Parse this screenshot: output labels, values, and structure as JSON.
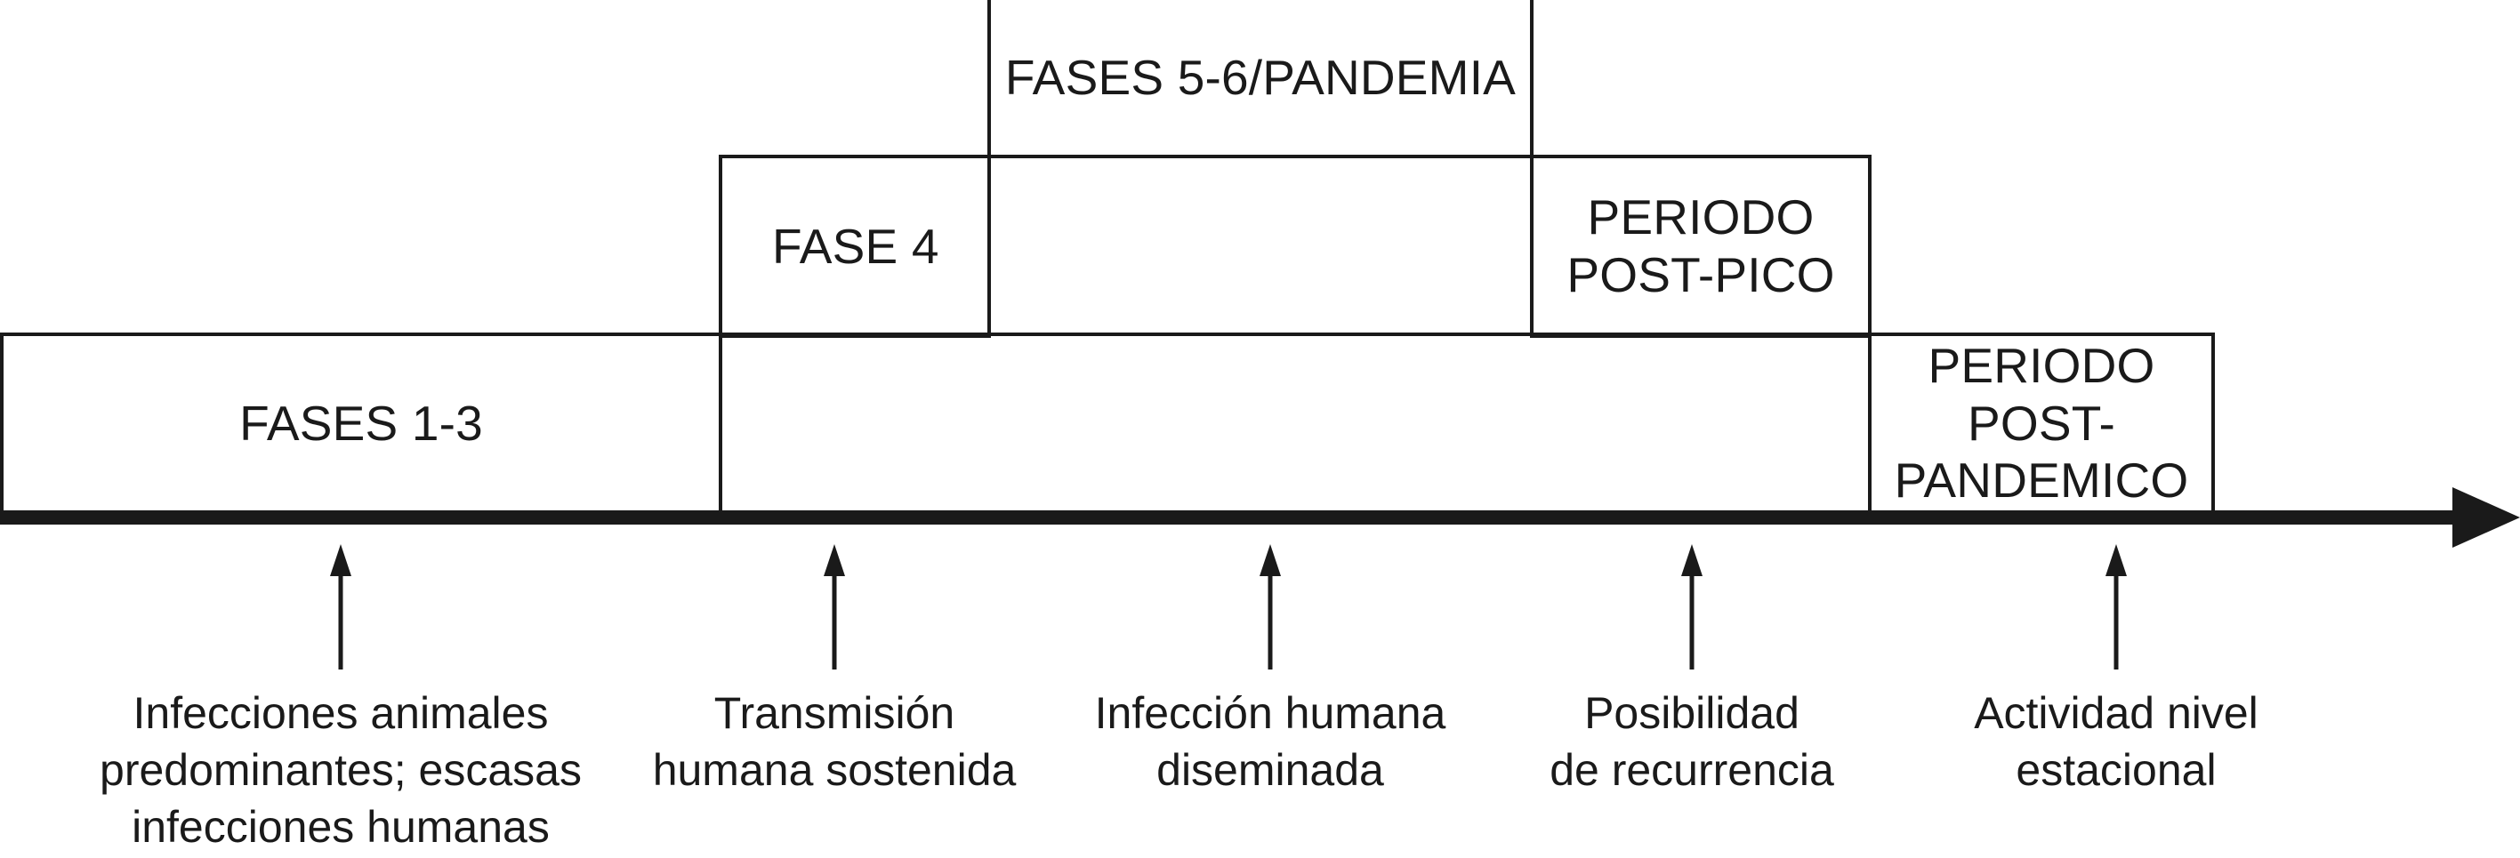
{
  "diagram": {
    "title": "Fases de pandemia de influenza (OMS) - linea temporal",
    "colors": {
      "stroke": "#1a1a1a",
      "background": "#ffffff",
      "text": "#1a1a1a"
    },
    "phase_boxes": [
      {
        "id": "fases-5-6",
        "label": "FASES 5-6/PANDEMIA",
        "align": "center"
      },
      {
        "id": "fase-4",
        "label": "FASE 4",
        "align": "left"
      },
      {
        "id": "post-pico",
        "label": "PERIODO\nPOST-PICO",
        "align": "center"
      },
      {
        "id": "fases-1-3",
        "label": "FASES 1-3",
        "align": "center"
      },
      {
        "id": "middle-low",
        "label": "",
        "align": "center"
      },
      {
        "id": "post-pandemico",
        "label": "PERIODO POST-\nPANDEMICO",
        "align": "center"
      }
    ],
    "timeline": {
      "axis_label": "linea de tiempo con punta de flecha a la derecha",
      "arrow_direction": "right"
    },
    "annotations": [
      {
        "id": "ann-0",
        "text": "Infecciones animales\npredominantes; escasas\ninfecciones humanas"
      },
      {
        "id": "ann-1",
        "text": "Transmisión\nhumana sostenida"
      },
      {
        "id": "ann-2",
        "text": "Infección humana\ndiseminada"
      },
      {
        "id": "ann-3",
        "text": "Posibilidad\nde recurrencia"
      },
      {
        "id": "ann-4",
        "text": "Actividad nivel\nestacional"
      }
    ]
  }
}
